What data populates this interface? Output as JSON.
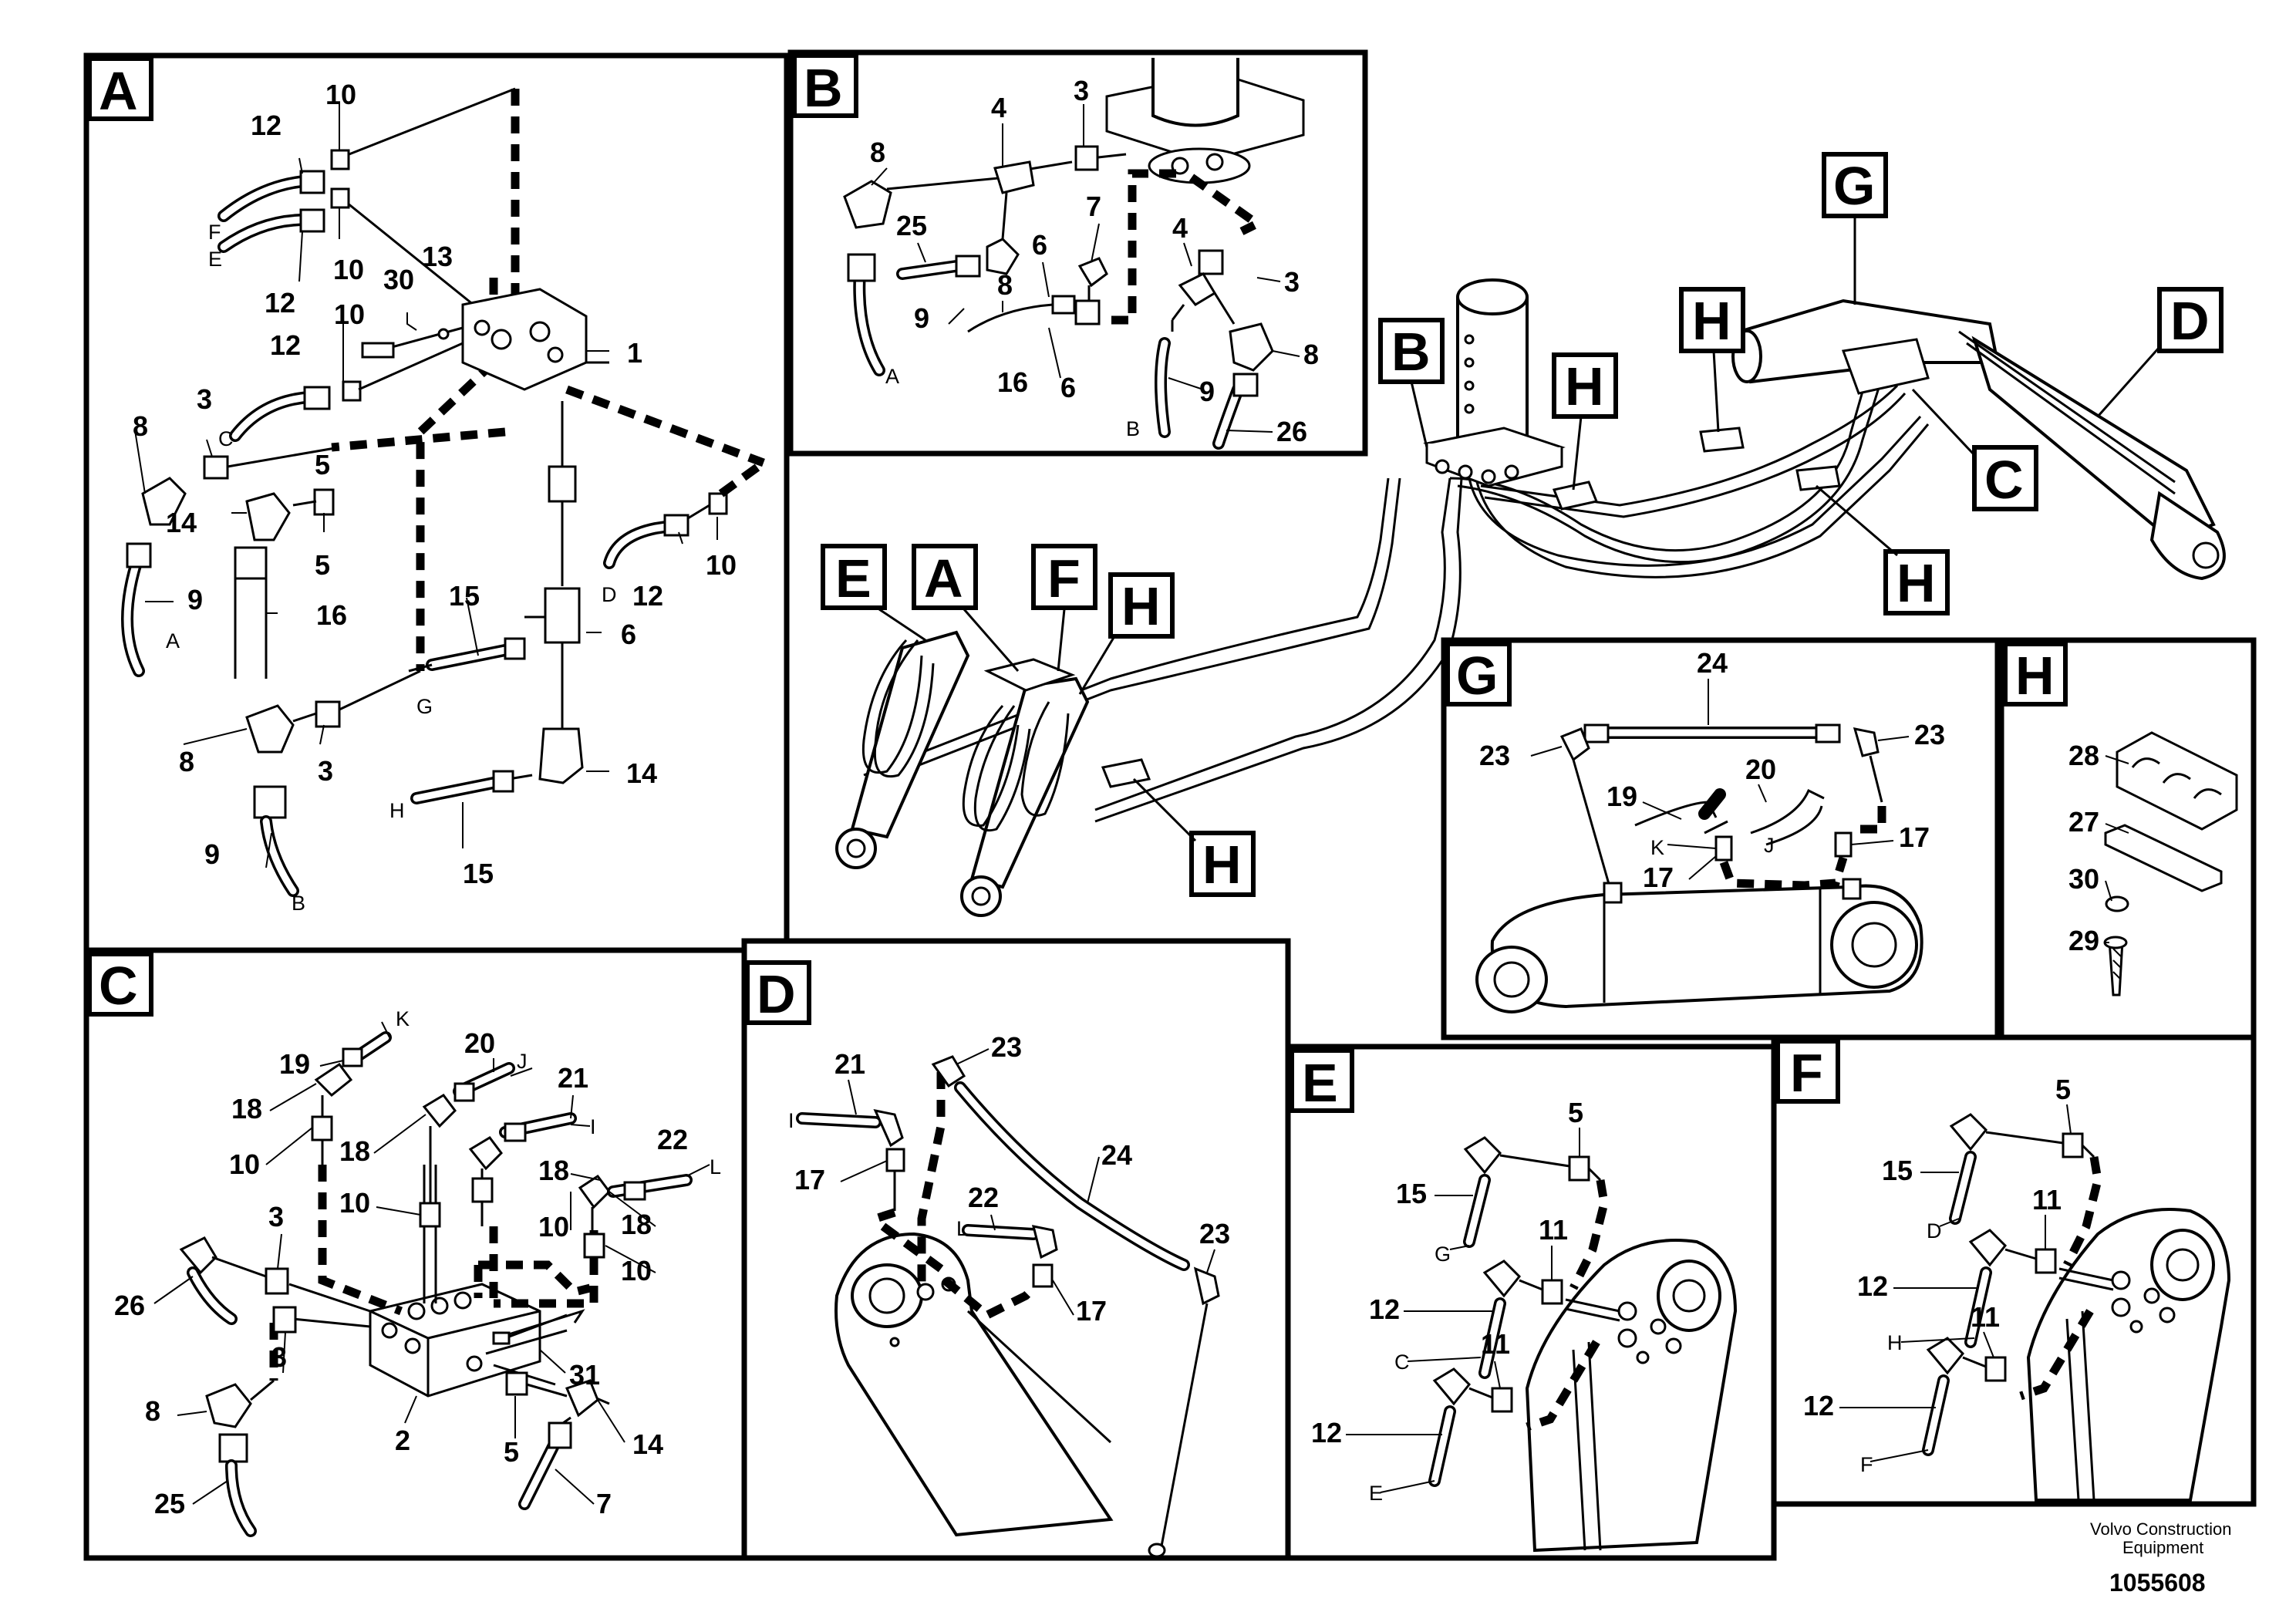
{
  "panels": {
    "A": {
      "tag": "A",
      "labels": {
        "n12a": "12",
        "n10a": "10",
        "F": "F",
        "E": "E",
        "n10b": "10",
        "n12b": "12",
        "n30": "30",
        "n13": "13",
        "n10c": "10",
        "n12c": "12",
        "n1": "1",
        "n3a": "3",
        "C": "C",
        "n8a": "8",
        "n14a": "14",
        "n5a": "5",
        "n5b": "5",
        "n9a": "9",
        "A": "A",
        "n16": "16",
        "n15a": "15",
        "D": "D",
        "n12d": "12",
        "n10d": "10",
        "n6": "6",
        "G": "G",
        "n8b": "8",
        "n3b": "3",
        "n14b": "14",
        "H": "H",
        "n15b": "15",
        "n9b": "9",
        "B": "B"
      }
    },
    "B": {
      "tag": "B",
      "labels": {
        "n4a": "4",
        "n3a": "3",
        "n8a": "8",
        "n25": "25",
        "n7": "7",
        "n6a": "6",
        "n8b": "8",
        "n4b": "4",
        "n3b": "3",
        "n9a": "9",
        "A": "A",
        "n16": "16",
        "n6b": "6",
        "n8c": "8",
        "n9b": "9",
        "B": "B",
        "n26": "26"
      }
    },
    "C": {
      "tag": "C",
      "labels": {
        "n19": "19",
        "K": "K",
        "n20": "20",
        "J": "J",
        "n21": "21",
        "I": "I",
        "n18a": "18",
        "n18b": "18",
        "n18c": "18",
        "n22": "22",
        "L": "L",
        "n18d": "18",
        "n10a": "10",
        "n10b": "10",
        "n10c": "10",
        "n10d": "10",
        "n3a": "3",
        "n26": "26",
        "n3b": "3",
        "n31": "31",
        "n8": "8",
        "n2": "2",
        "n5": "5",
        "n14": "14",
        "n25": "25",
        "n7": "7"
      }
    },
    "D": {
      "tag": "D",
      "labels": {
        "n21": "21",
        "n23a": "23",
        "I": "I",
        "n17a": "17",
        "n22": "22",
        "n24": "24",
        "L": "L",
        "n23b": "23",
        "n17b": "17"
      }
    },
    "E": {
      "tag": "E",
      "labels": {
        "n5": "5",
        "n15": "15",
        "G": "G",
        "n11a": "11",
        "n12a": "12",
        "C": "C",
        "n11b": "11",
        "n12b": "12",
        "E": "E"
      }
    },
    "F": {
      "tag": "F",
      "labels": {
        "n5": "5",
        "n15": "15",
        "D": "D",
        "n11a": "11",
        "n12a": "12",
        "H": "H",
        "n11b": "11",
        "n12b": "12",
        "F": "F"
      }
    },
    "G": {
      "tag": "G",
      "labels": {
        "n24": "24",
        "n23a": "23",
        "n23b": "23",
        "n19": "19",
        "n20": "20",
        "K": "K",
        "J": "J",
        "n17a": "17",
        "n17b": "17"
      }
    },
    "H": {
      "tag": "H",
      "labels": {
        "n28": "28",
        "n27": "27",
        "n30": "30",
        "n29": "29"
      }
    }
  },
  "overview": {
    "tags": {
      "E": "E",
      "A": "A",
      "F": "F",
      "H1": "H",
      "B": "B",
      "H2": "H",
      "H3": "H",
      "G": "G",
      "D": "D",
      "C": "C",
      "H4": "H",
      "H5": "H"
    }
  },
  "footer": {
    "credit_line1": "Volvo Construction",
    "credit_line2": "Equipment",
    "drawing_number": "1055608"
  }
}
